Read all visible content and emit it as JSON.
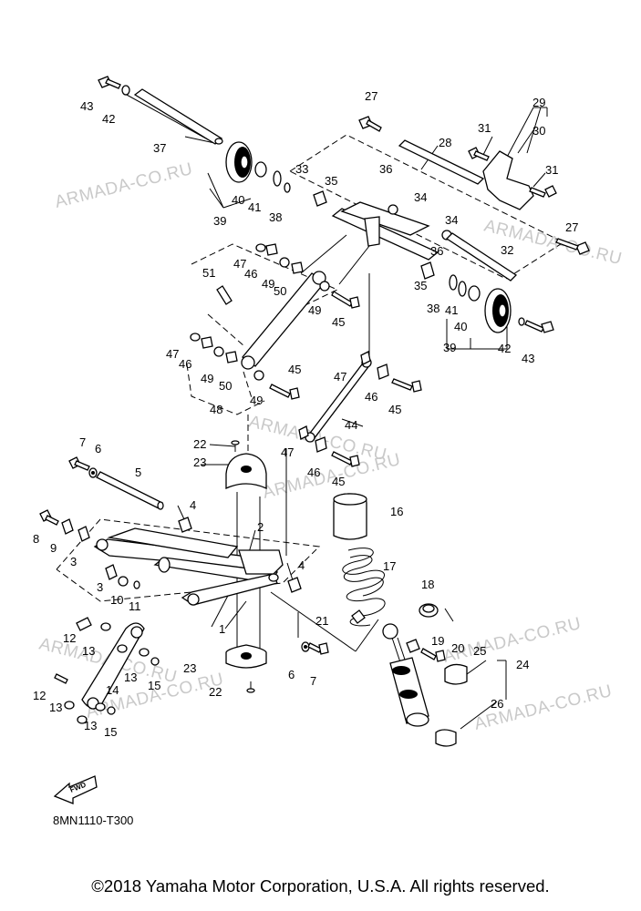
{
  "diagram_code": "8MN1110-T300",
  "fwd_label": "FWD",
  "watermark": "ARMADA-CO.RU",
  "copyright": "©2018 Yamaha Motor Corporation, U.S.A. All rights reserved.",
  "callouts": {
    "n1": "1",
    "n2": "2",
    "n3": "3",
    "n3b": "3",
    "n4": "4",
    "n4b": "4",
    "n5": "5",
    "n6": "6",
    "n6b": "6",
    "n7": "7",
    "n7b": "7",
    "n8": "8",
    "n9": "9",
    "n10": "10",
    "n11": "11",
    "n12": "12",
    "n12b": "12",
    "n13": "13",
    "n13b": "13",
    "n13c": "13",
    "n13d": "13",
    "n14": "14",
    "n15": "15",
    "n15b": "15",
    "n16": "16",
    "n17": "17",
    "n18": "18",
    "n19": "19",
    "n20": "20",
    "n21": "21",
    "n22": "22",
    "n22b": "22",
    "n23": "23",
    "n23b": "23",
    "n24": "24",
    "n25": "25",
    "n26": "26",
    "n27": "27",
    "n27b": "27",
    "n28": "28",
    "n29": "29",
    "n30": "30",
    "n31": "31",
    "n31b": "31",
    "n32": "32",
    "n33": "33",
    "n34": "34",
    "n34b": "34",
    "n35": "35",
    "n35b": "35",
    "n36": "36",
    "n36b": "36",
    "n37": "37",
    "n38": "38",
    "n38b": "38",
    "n39": "39",
    "n39b": "39",
    "n40": "40",
    "n40b": "40",
    "n41": "41",
    "n41b": "41",
    "n42": "42",
    "n42b": "42",
    "n43": "43",
    "n43b": "43",
    "n44": "44",
    "n45": "45",
    "n45b": "45",
    "n45c": "45",
    "n45d": "45",
    "n46": "46",
    "n46b": "46",
    "n46c": "46",
    "n46d": "46",
    "n47": "47",
    "n47b": "47",
    "n47c": "47",
    "n47d": "47",
    "n48": "48",
    "n49": "49",
    "n49b": "49",
    "n49c": "49",
    "n49d": "49",
    "n50": "50",
    "n50b": "50",
    "n51": "51"
  }
}
